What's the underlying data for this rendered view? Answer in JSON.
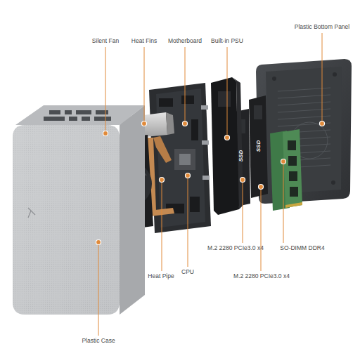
{
  "diagram": {
    "labels": [
      "Silent Fan",
      "Heat Fins",
      "Motherboard",
      "Built-in PSU",
      "Plastic Bottom Panel",
      "M.2 2280 PCIe3.0 x4",
      "M.2 2280 PCIe3.0 x4",
      "SO-DIMM DDR4",
      "Heat Pipe",
      "CPU",
      "Plastic Case",
      "SSD",
      "SSD"
    ]
  }
}
